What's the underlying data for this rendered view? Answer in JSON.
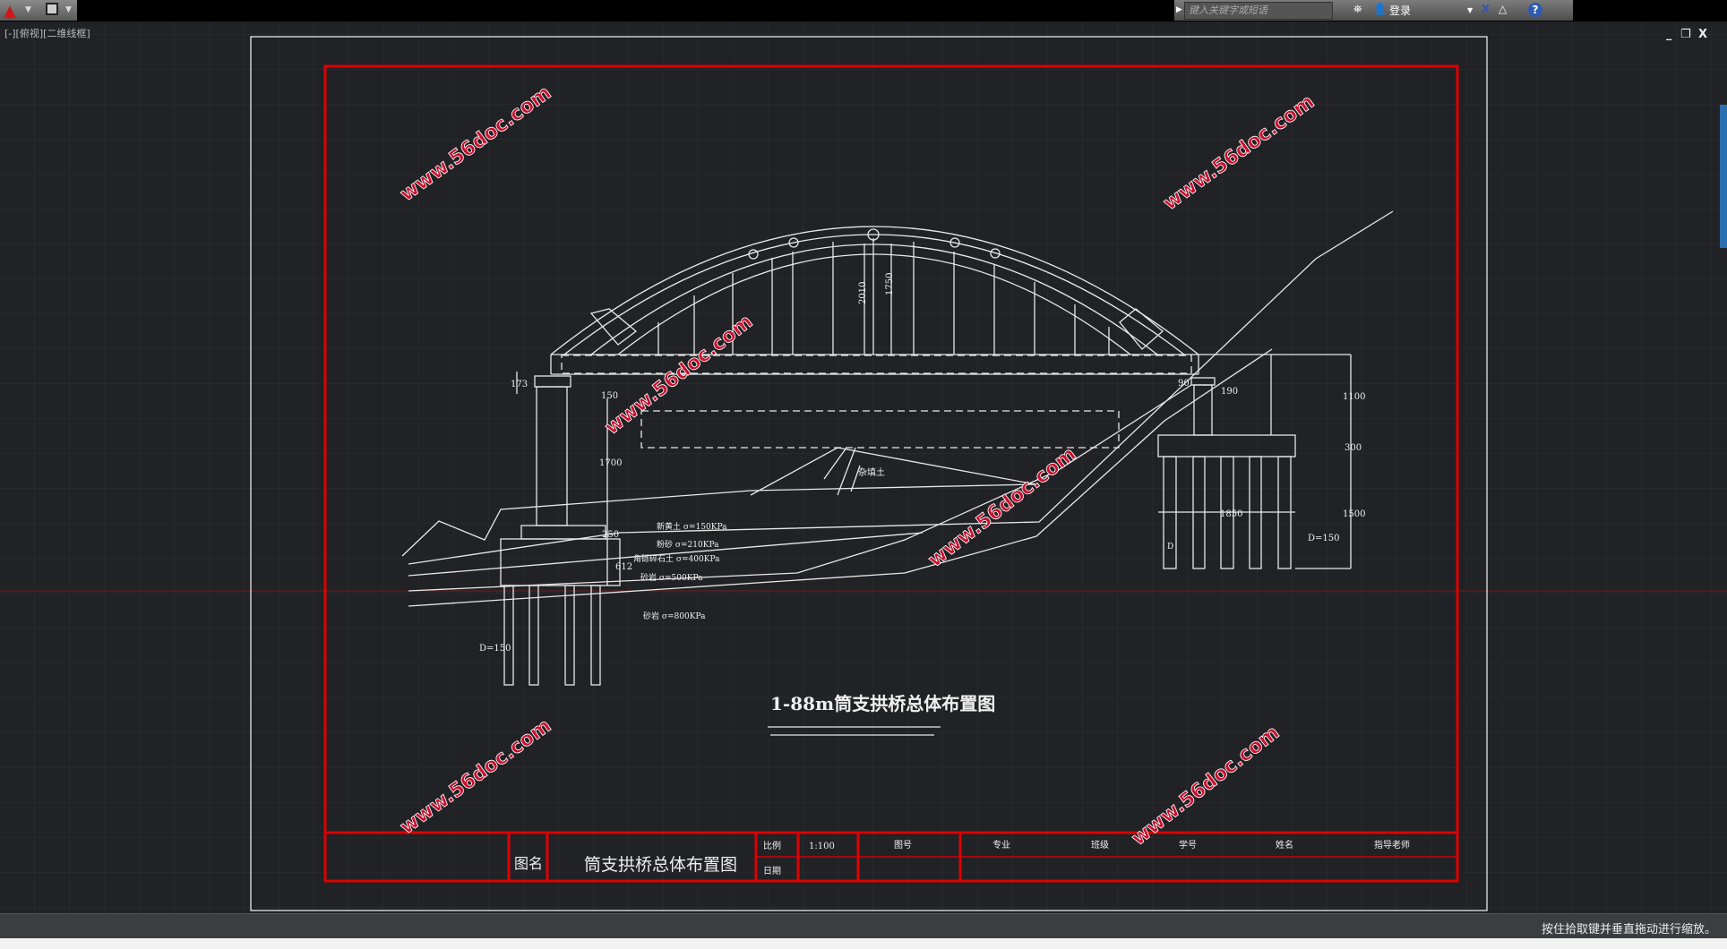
{
  "app": {
    "search_placeholder": "键入关键字或短语",
    "login": "登录",
    "viewport_label": "[-][俯视][二维线框]",
    "status_text": "按住拾取键并垂直拖动进行缩放。"
  },
  "icons": {
    "app": "autocad-logo-icon",
    "save": "save-icon",
    "binoculars": "binoculars-icon",
    "user": "user-icon",
    "exchange": "x-exchange-icon",
    "a360": "a360-icon",
    "help": "help-icon"
  },
  "window_controls": {
    "minimize": "_",
    "restore": "❐",
    "close": "X"
  },
  "drawing": {
    "title": "1-88m筒支拱桥总体布置图",
    "watermark": "www.56doc.com",
    "dims": {
      "arch_a": "2010",
      "arch_b": "1750",
      "l_173": "173",
      "l_150": "150",
      "l_1700": "1700",
      "l_250": "250",
      "l_612": "612",
      "l_d": "D=150",
      "r_90": "90",
      "r_190": "190",
      "r_1100": "1100",
      "r_300": "300",
      "r_1500": "1500",
      "r_1850": "1850",
      "r_d": "D=150",
      "pile": "D"
    },
    "soil": [
      "新黄土  σ=150KPa",
      "粉砂  σ=210KPa",
      "角砾碎石土  σ=400KPa",
      "砂岩  σ=500KPa",
      "砂岩  σ=800KPa"
    ],
    "fill_label": "杂填土"
  },
  "title_block": {
    "name_label": "图名",
    "name": "筒支拱桥总体布置图",
    "scale_label": "比例",
    "scale": "1:100",
    "date_label": "日期",
    "drawing_no": "图号",
    "major": "专业",
    "class": "班级",
    "student_id": "学号",
    "student_name": "姓名",
    "advisor": "指导老师"
  },
  "colors": {
    "frame": "#e00000",
    "background": "#212226"
  }
}
